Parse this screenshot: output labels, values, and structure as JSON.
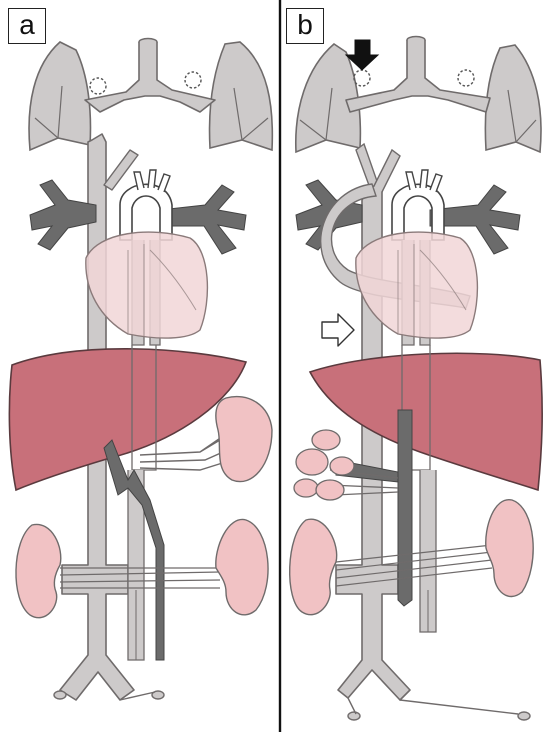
{
  "panels": [
    {
      "id": "a",
      "label": "a"
    },
    {
      "id": "b",
      "label": "b"
    }
  ],
  "colors": {
    "vessel": "#cfcccc",
    "vessel_stroke": "#6f6b6b",
    "dark_vessel": "#6b6b6b",
    "lung": "#cdcaca",
    "heart": "#f1d6d7",
    "liver": "#c8707a",
    "kidney": "#f1c2c4",
    "spleen": "#f1c2c4",
    "divider": "#111111"
  },
  "icons": [
    "solid-down-arrow-icon",
    "outline-right-arrow-icon"
  ]
}
